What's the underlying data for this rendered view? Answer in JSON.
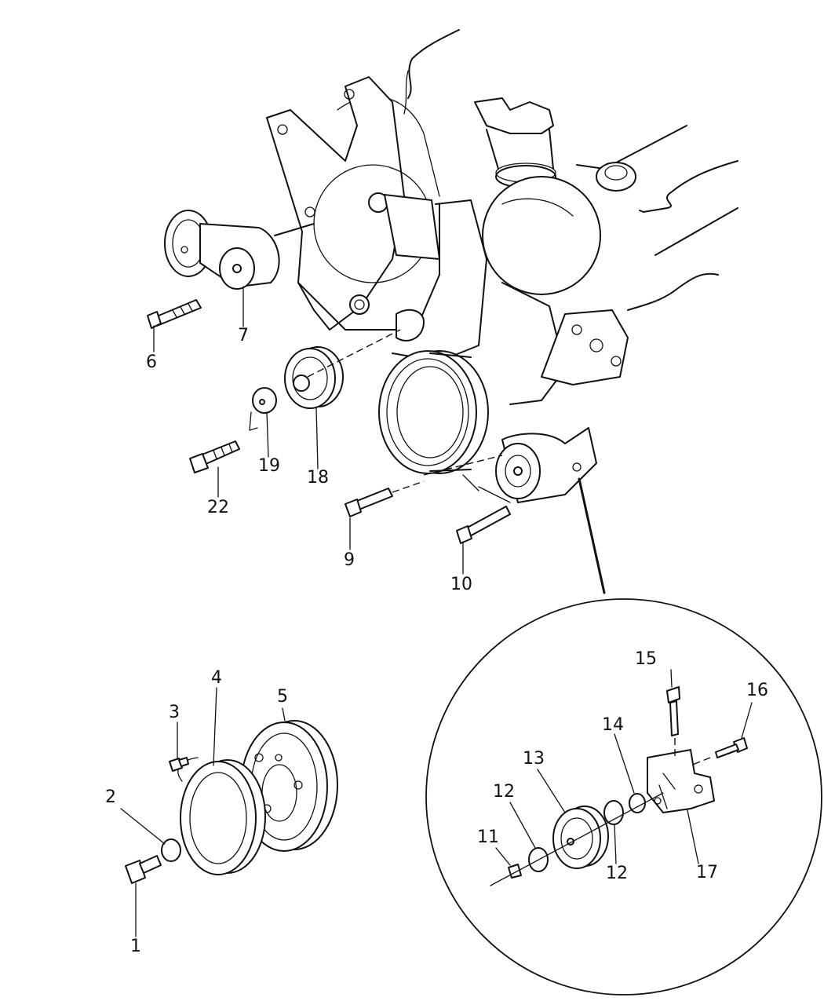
{
  "diagram": {
    "callouts": [
      {
        "id": "1",
        "text": "1"
      },
      {
        "id": "2",
        "text": "2"
      },
      {
        "id": "3",
        "text": "3"
      },
      {
        "id": "4",
        "text": "4"
      },
      {
        "id": "5",
        "text": "5"
      },
      {
        "id": "6",
        "text": "6"
      },
      {
        "id": "7",
        "text": "7"
      },
      {
        "id": "9",
        "text": "9"
      },
      {
        "id": "10",
        "text": "10"
      },
      {
        "id": "11",
        "text": "11"
      },
      {
        "id": "12a",
        "text": "12"
      },
      {
        "id": "12b",
        "text": "12"
      },
      {
        "id": "13",
        "text": "13"
      },
      {
        "id": "14",
        "text": "14"
      },
      {
        "id": "15",
        "text": "15"
      },
      {
        "id": "16",
        "text": "16"
      },
      {
        "id": "17",
        "text": "17"
      },
      {
        "id": "18",
        "text": "18"
      },
      {
        "id": "19",
        "text": "19"
      },
      {
        "id": "22",
        "text": "22"
      }
    ]
  }
}
